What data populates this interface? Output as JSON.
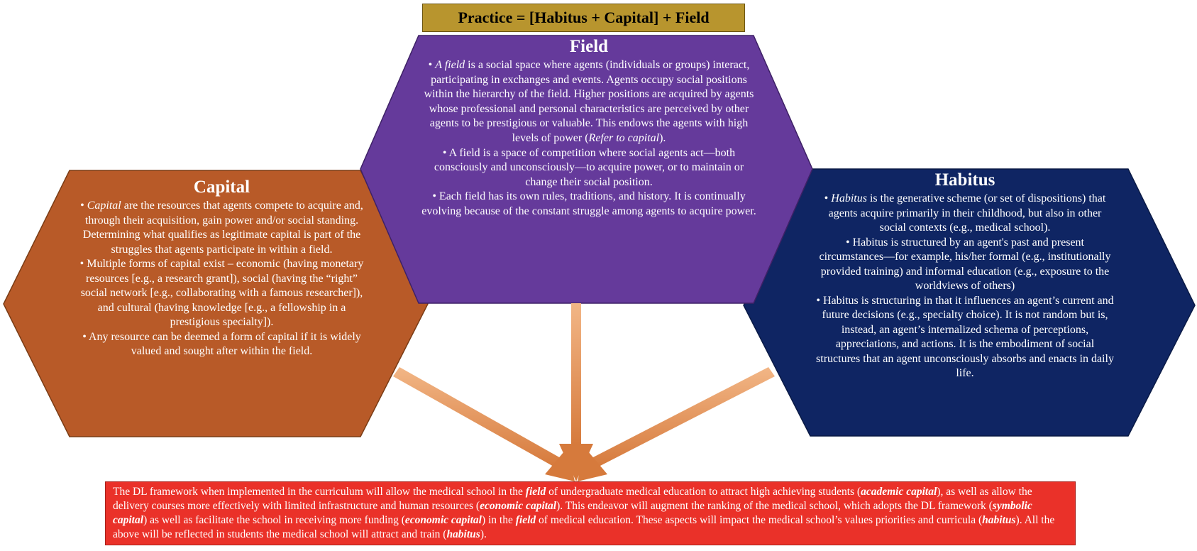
{
  "title": "Practice = [Habitus + Capital] + Field",
  "colors": {
    "field": "#653a9b",
    "capital": "#b85a28",
    "habitus": "#0f2563",
    "title_box": "#b8952e",
    "bottom_box": "#ea3129",
    "arrow": "#e89a5f"
  },
  "field": {
    "heading": "Field",
    "p1_pre": "• ",
    "p1_em": "A field",
    "p1_post": " is a social space where agents (individuals or groups) interact, participating in exchanges and events. Agents occupy social positions within the hierarchy of the field. Higher positions are acquired by agents whose professional and personal characteristics are perceived by other agents to be prestigious or valuable. This endows the agents with high levels of power (",
    "p1_em2": "Refer to capital",
    "p1_end": ").",
    "p2": "• A field is a space of competition where social agents act—both consciously and unconsciously—to acquire power, or to maintain or change their social position.",
    "p3": "• Each field has its own rules, traditions, and history. It is continually evolving because of the constant struggle among agents to acquire power."
  },
  "capital": {
    "heading": "Capital",
    "p1_pre": "• ",
    "p1_em": "Capital",
    "p1_post": " are the resources that agents compete to acquire and, through their acquisition, gain power and/or social standing. Determining what qualifies as legitimate capital is part of the struggles that agents participate in within a field.",
    "p2": "• Multiple forms of capital exist – economic (having monetary resources [e.g., a research grant]), social (having the “right” social network [e.g., collaborating with a famous researcher]), and cultural (having knowledge [e.g., a fellowship in a prestigious specialty]).",
    "p3": "• Any resource can be deemed a form of capital if it is widely valued and sought after within the field."
  },
  "habitus": {
    "heading": "Habitus",
    "p1_pre": "• ",
    "p1_em": "Habitus",
    "p1_post": " is the generative scheme (or set of dispositions) that agents acquire primarily in their childhood, but also in other social contexts (e.g., medical school).",
    "p2": "• Habitus is structured by an agent's past and present circumstances—for example, his/her formal (e.g., institutionally provided training) and informal education (e.g., exposure to the worldviews of others)",
    "p3": "• Habitus is structuring in that it influences an agent’s current and future decisions (e.g., specialty choice). It is not random but is, instead, an agent’s internalized schema of perceptions, appreciations, and actions. It is the embodiment of social structures that an agent unconsciously absorbs and enacts in daily life."
  },
  "bottom": {
    "t1": "The DL framework when implemented in the curriculum will allow the medical school in the ",
    "e1": "field",
    "t2": " of undergraduate medical education to attract high achieving students (",
    "e2": "academic capital",
    "t3": "), as well as allow the delivery courses more effectively with  limited infrastructure and human resources (",
    "e3": "economic capital",
    "t4": "). This endeavor will augment the ranking of the medical school, which adopts the DL framework (",
    "e4": "symbolic capital",
    "t5": ") as well as facilitate the school in receiving more funding (",
    "e5": "economic capital",
    "t6": ") in the ",
    "e6": "field",
    "t7": " of medical education. These aspects will impact the medical school’s values priorities and curricula (",
    "e7": "habitus",
    "t8": "). All the above will be reflected in students the medical school will attract and train (",
    "e8": "habitus",
    "t9": ")."
  }
}
